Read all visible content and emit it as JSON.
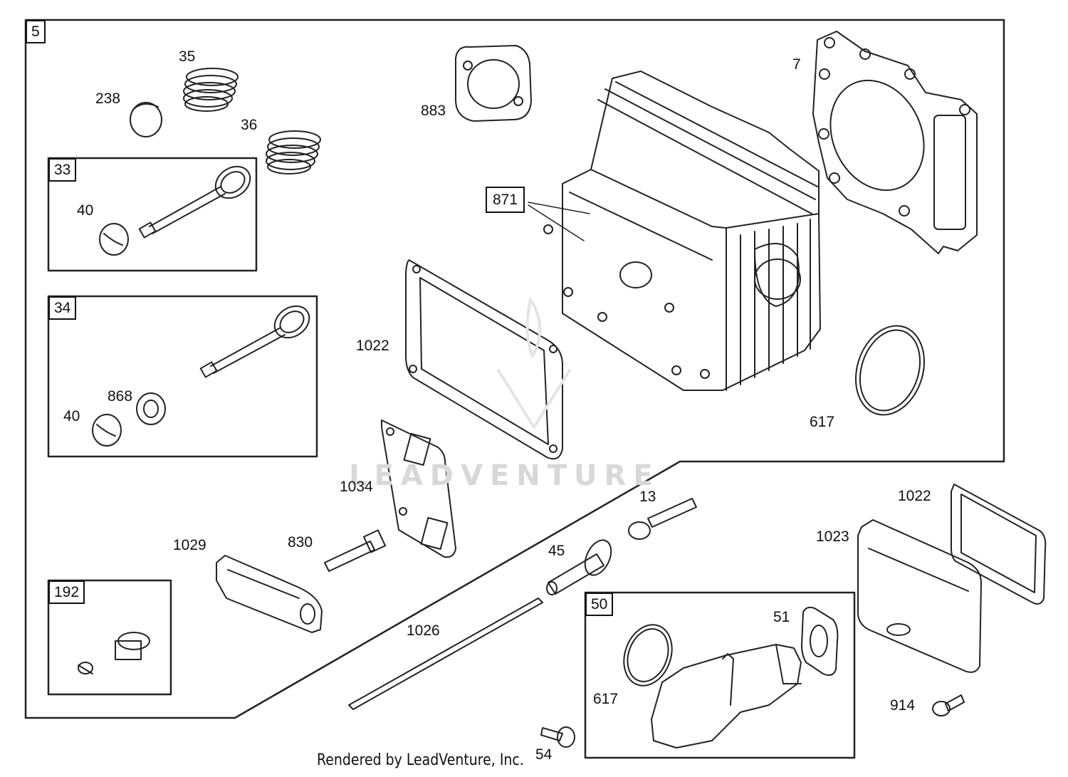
{
  "group_labels": {
    "g5": "5",
    "g33": "33",
    "g34": "34",
    "g192": "192",
    "g50": "50",
    "g871": "871"
  },
  "part_labels": {
    "p35": "35",
    "p238": "238",
    "p36": "36",
    "p40a": "40",
    "p883": "883",
    "p7": "7",
    "p1022a": "1022",
    "p868": "868",
    "p40b": "40",
    "p617a": "617",
    "p1034": "1034",
    "p13": "13",
    "p1022b": "1022",
    "p1023": "1023",
    "p1029": "1029",
    "p830": "830",
    "p45": "45",
    "p51": "51",
    "p1026": "1026",
    "p617b": "617",
    "p914": "914",
    "p54": "54"
  },
  "watermark": "LEADVENTURE",
  "footer": "Rendered by LeadVenture, Inc."
}
